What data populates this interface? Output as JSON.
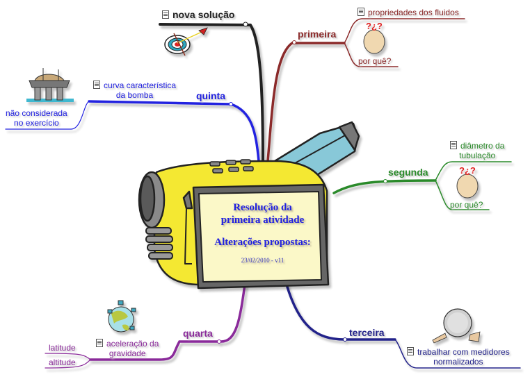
{
  "central_topic": {
    "title_line1": "Resolução da",
    "title_line2": "primeira atividade",
    "subtitle": "Alterações propostas:",
    "date_version": "23/02/2010 - v11",
    "image": "camcorder"
  },
  "branches": {
    "nova_solucao": {
      "label": "nova solução",
      "color": "#222222",
      "has_note": true,
      "image": "target-arrow"
    },
    "primeira": {
      "label": "primeira",
      "color": "#8b2a2a",
      "children": [
        {
          "label": "propriedades dos fluidos",
          "has_note": true
        },
        {
          "label": "por quê?",
          "image": "confused-face"
        }
      ]
    },
    "segunda": {
      "label": "segunda",
      "color": "#2a8a2a",
      "children": [
        {
          "label": "diâmetro da tubulação",
          "line1": "diâmetro da",
          "line2": "tubulação",
          "has_note": true
        },
        {
          "label": "por quê?",
          "image": "confused-face"
        }
      ]
    },
    "terceira": {
      "label": "terceira",
      "color": "#23238a",
      "children": [
        {
          "label": "trabalhar com medidores normalizados",
          "line1": "trabalhar com medidores",
          "line2": "normalizados",
          "has_note": true,
          "image": "manometer-gauge"
        }
      ]
    },
    "quarta": {
      "label": "quarta",
      "color": "#8a2a9a",
      "children": [
        {
          "label": "aceleração da gravidade",
          "line1": "aceleração da",
          "line2": "gravidade",
          "has_note": true,
          "image": "globe-network",
          "children": [
            {
              "label": "latitude"
            },
            {
              "label": "altitude"
            }
          ]
        }
      ]
    },
    "quinta": {
      "label": "quinta",
      "color": "#2020e0",
      "children": [
        {
          "label": "curva característica da bomba",
          "line1": "curva característica",
          "line2": "da bomba",
          "has_note": true,
          "children": [
            {
              "label": "não considerada no exercício",
              "line1": "não considerada",
              "line2": "no exercício",
              "image": "offshore-platform"
            }
          ]
        }
      ]
    }
  }
}
